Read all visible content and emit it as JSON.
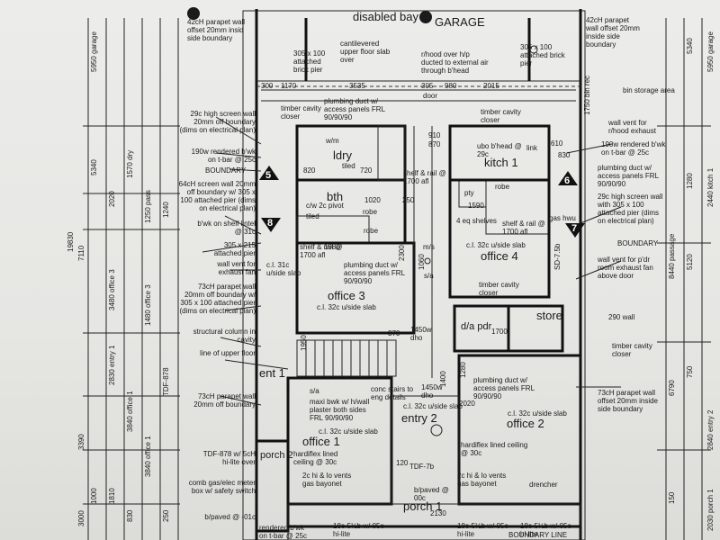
{
  "headings": {
    "disabled_bay": "disabled bay",
    "garage": "GARAGE",
    "ldry": "ldry",
    "bth": "bth",
    "kitch": "kitch 1",
    "office3": "office 3",
    "office4": "office 4",
    "office1": "office 1",
    "office2": "office 2",
    "entry1": "ent 1",
    "entry2": "entry 2",
    "porch1": "porch 1",
    "porch2": "porch 2",
    "store": "store",
    "dapdr": "d/a pdr"
  },
  "markers": [
    "5",
    "6",
    "7",
    "8"
  ],
  "notes": {
    "parapet_top_left": "42cH parapet wall offset 20mm insid side boundary",
    "parapet_top_right": "42cH parapet wall offset 20mm inside side boundary",
    "pier_left": "305 x 100 attached brick pier",
    "pier_right": "305 x 100 attached brick pier",
    "cantilevered": "cantilevered upper floor slab over",
    "rhood": "r/hood over h/p ducted to external air through b'head",
    "bin_storage": "bin storage area",
    "screen_wall_left": "29c high screen wall 20mm off boundary (dims on electrical plan)",
    "rendered_left": "190w rendered b'wk on t-bar @ 25c",
    "boundary_left": "BOUNDARY",
    "screen_wall_64": "64cH screen wall 20mm off boundary w/ 305 x 100 attached pier (dims on electrical plan)",
    "bwk_shelf": "b'wk on shelf lintel @ 31c",
    "pier_215": "305 x 215 attached pier",
    "wall_vent": "wall vent for exhaust fan",
    "parapet_73_left": "73cH parapet wall 20mm off boundary w/ 305 x 100 attached pier (dims on electrical plan)",
    "structural_column": "structural column in cavity",
    "line_upper": "line of upper floor",
    "parapet_73_lower": "73cH parapet wall 20mm off boundary",
    "tdf_878": "TDF-878 w/ 5cH hi-lite over",
    "comb_gas": "comb gas/elec meter box w/ safety switch",
    "blpaved": "b/paved @ -01c",
    "rendered_bottom": "rendered b'wk on t-bar @ 25c",
    "wall_vent_right": "wall vent for r/hood exhaust",
    "rendered_right": "190w rendered b'wk on t-bar @ 25c",
    "plumbing_right": "plumbing duct w/ access panels FRL 90/90/90",
    "screen_wall_right": "29c high screen wall with 305 x 100 attached pier (dims on electrical plan)",
    "boundary_right": "BOUNDARY",
    "wall_vent_pdr": "wall vent for p'dr room exhaust fan above door",
    "wall_290": "290 wall",
    "timber_closer_right": "timber cavity closer",
    "parapet_73_right": "73cH parapet wall offset 20mm inside side boundary",
    "timber_cavity_closer": "timber cavity closer",
    "plumbing_duct": "plumbing duct w/ access panels FRL 90/90/90",
    "shelf_rail": "shelf & rail @ 1700 afl",
    "cl_31c": "c.l. 31c u/side slab",
    "cl_32c": "c.l. 32c u/side slab",
    "conc_stairs": "conc stairs to eng details",
    "maxi_bwk": "maxi bwk w/ h/wall plaster both sides FRL 90/90/90",
    "hardiflex": "hardiflex lined ceiling @ 30c",
    "gas_bayonet": "2c hi & lo vents gas bayonet",
    "blpaved_00": "b/paved @ 00c",
    "tdf_7b": "TDF-7b",
    "drencher": "drencher",
    "hi_lite": "18c-5½b w/ 05c hi-lite",
    "boundary_line": "BOUNDARY LINE",
    "shelves": "4 eq shelves",
    "gas_hwu": "gas hwu",
    "sd": "SD-7.5b",
    "robe": "robe",
    "pty": "pty",
    "ubo": "ubo b'head @ 29c",
    "link": "link",
    "wm": "w/m",
    "tiled": "tiled",
    "pivot": "c/w 2c pivot",
    "sa": "s/a",
    "ms": "m/s",
    "wall_1450": "1450w dho",
    "door": "door"
  },
  "dims_left": [
    "5950 garage",
    "5340",
    "2020",
    "1570 dry",
    "1250 pass",
    "1240",
    "3480 office 3",
    "1480 office 3",
    "2830 entry 1",
    "3840 office 1",
    "TDF-878",
    "3840 office 1",
    "1000",
    "1810",
    "830",
    "250",
    "19830",
    "7110",
    "3390",
    "3000"
  ],
  "dims_right": [
    "5950 garage",
    "5340",
    "2440 kitch 1",
    "1280",
    "8440 passage",
    "5120",
    "2840 entry 2",
    "2030 porch 1",
    "6790",
    "750",
    "150"
  ],
  "dims_top": [
    "300",
    "1170",
    "3535",
    "305",
    "980",
    "2015",
    "1750 bin rec"
  ],
  "dims_mid": [
    "820",
    "720",
    "1020",
    "250",
    "2300",
    "1060",
    "1590",
    "870",
    "910",
    "830",
    "610",
    "1980",
    "370",
    "1280",
    "1400",
    "2130",
    "2020",
    "120",
    "1700",
    "1950"
  ]
}
